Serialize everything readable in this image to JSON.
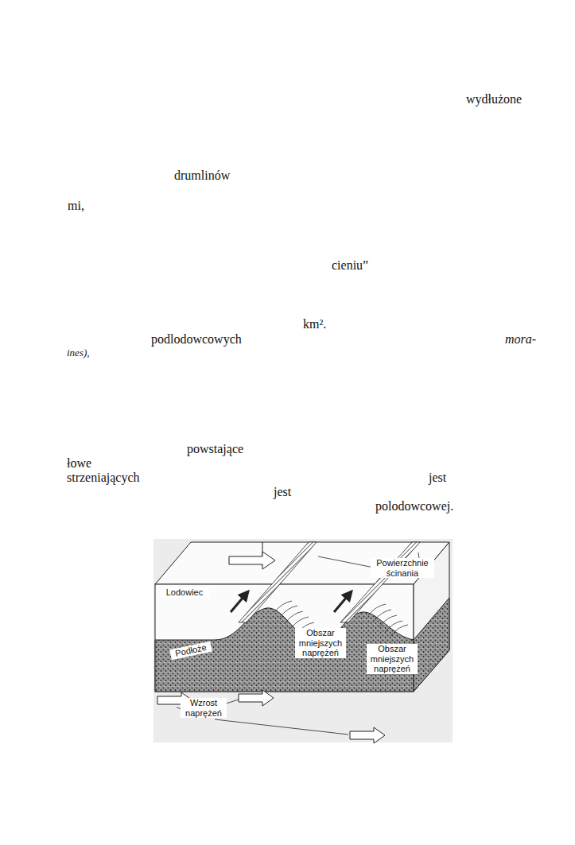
{
  "diagram": {
    "labels": [
      "wydłużone",
      "drumlinów",
      "mi,",
      "cieniu”",
      "km².",
      "podlodowcowych",
      "mora-",
      "ines),",
      "powstające",
      "łowe",
      "strzeniających",
      "jest",
      "jest",
      "polodowcowej.",
      "Powierzchnie ścinania",
      "Lodowiec",
      "Obszar mniejszych naprężeń",
      "Obszar mniejszych naprężeń",
      "Podłoże",
      "Wzrost naprężeń"
    ]
  }
}
